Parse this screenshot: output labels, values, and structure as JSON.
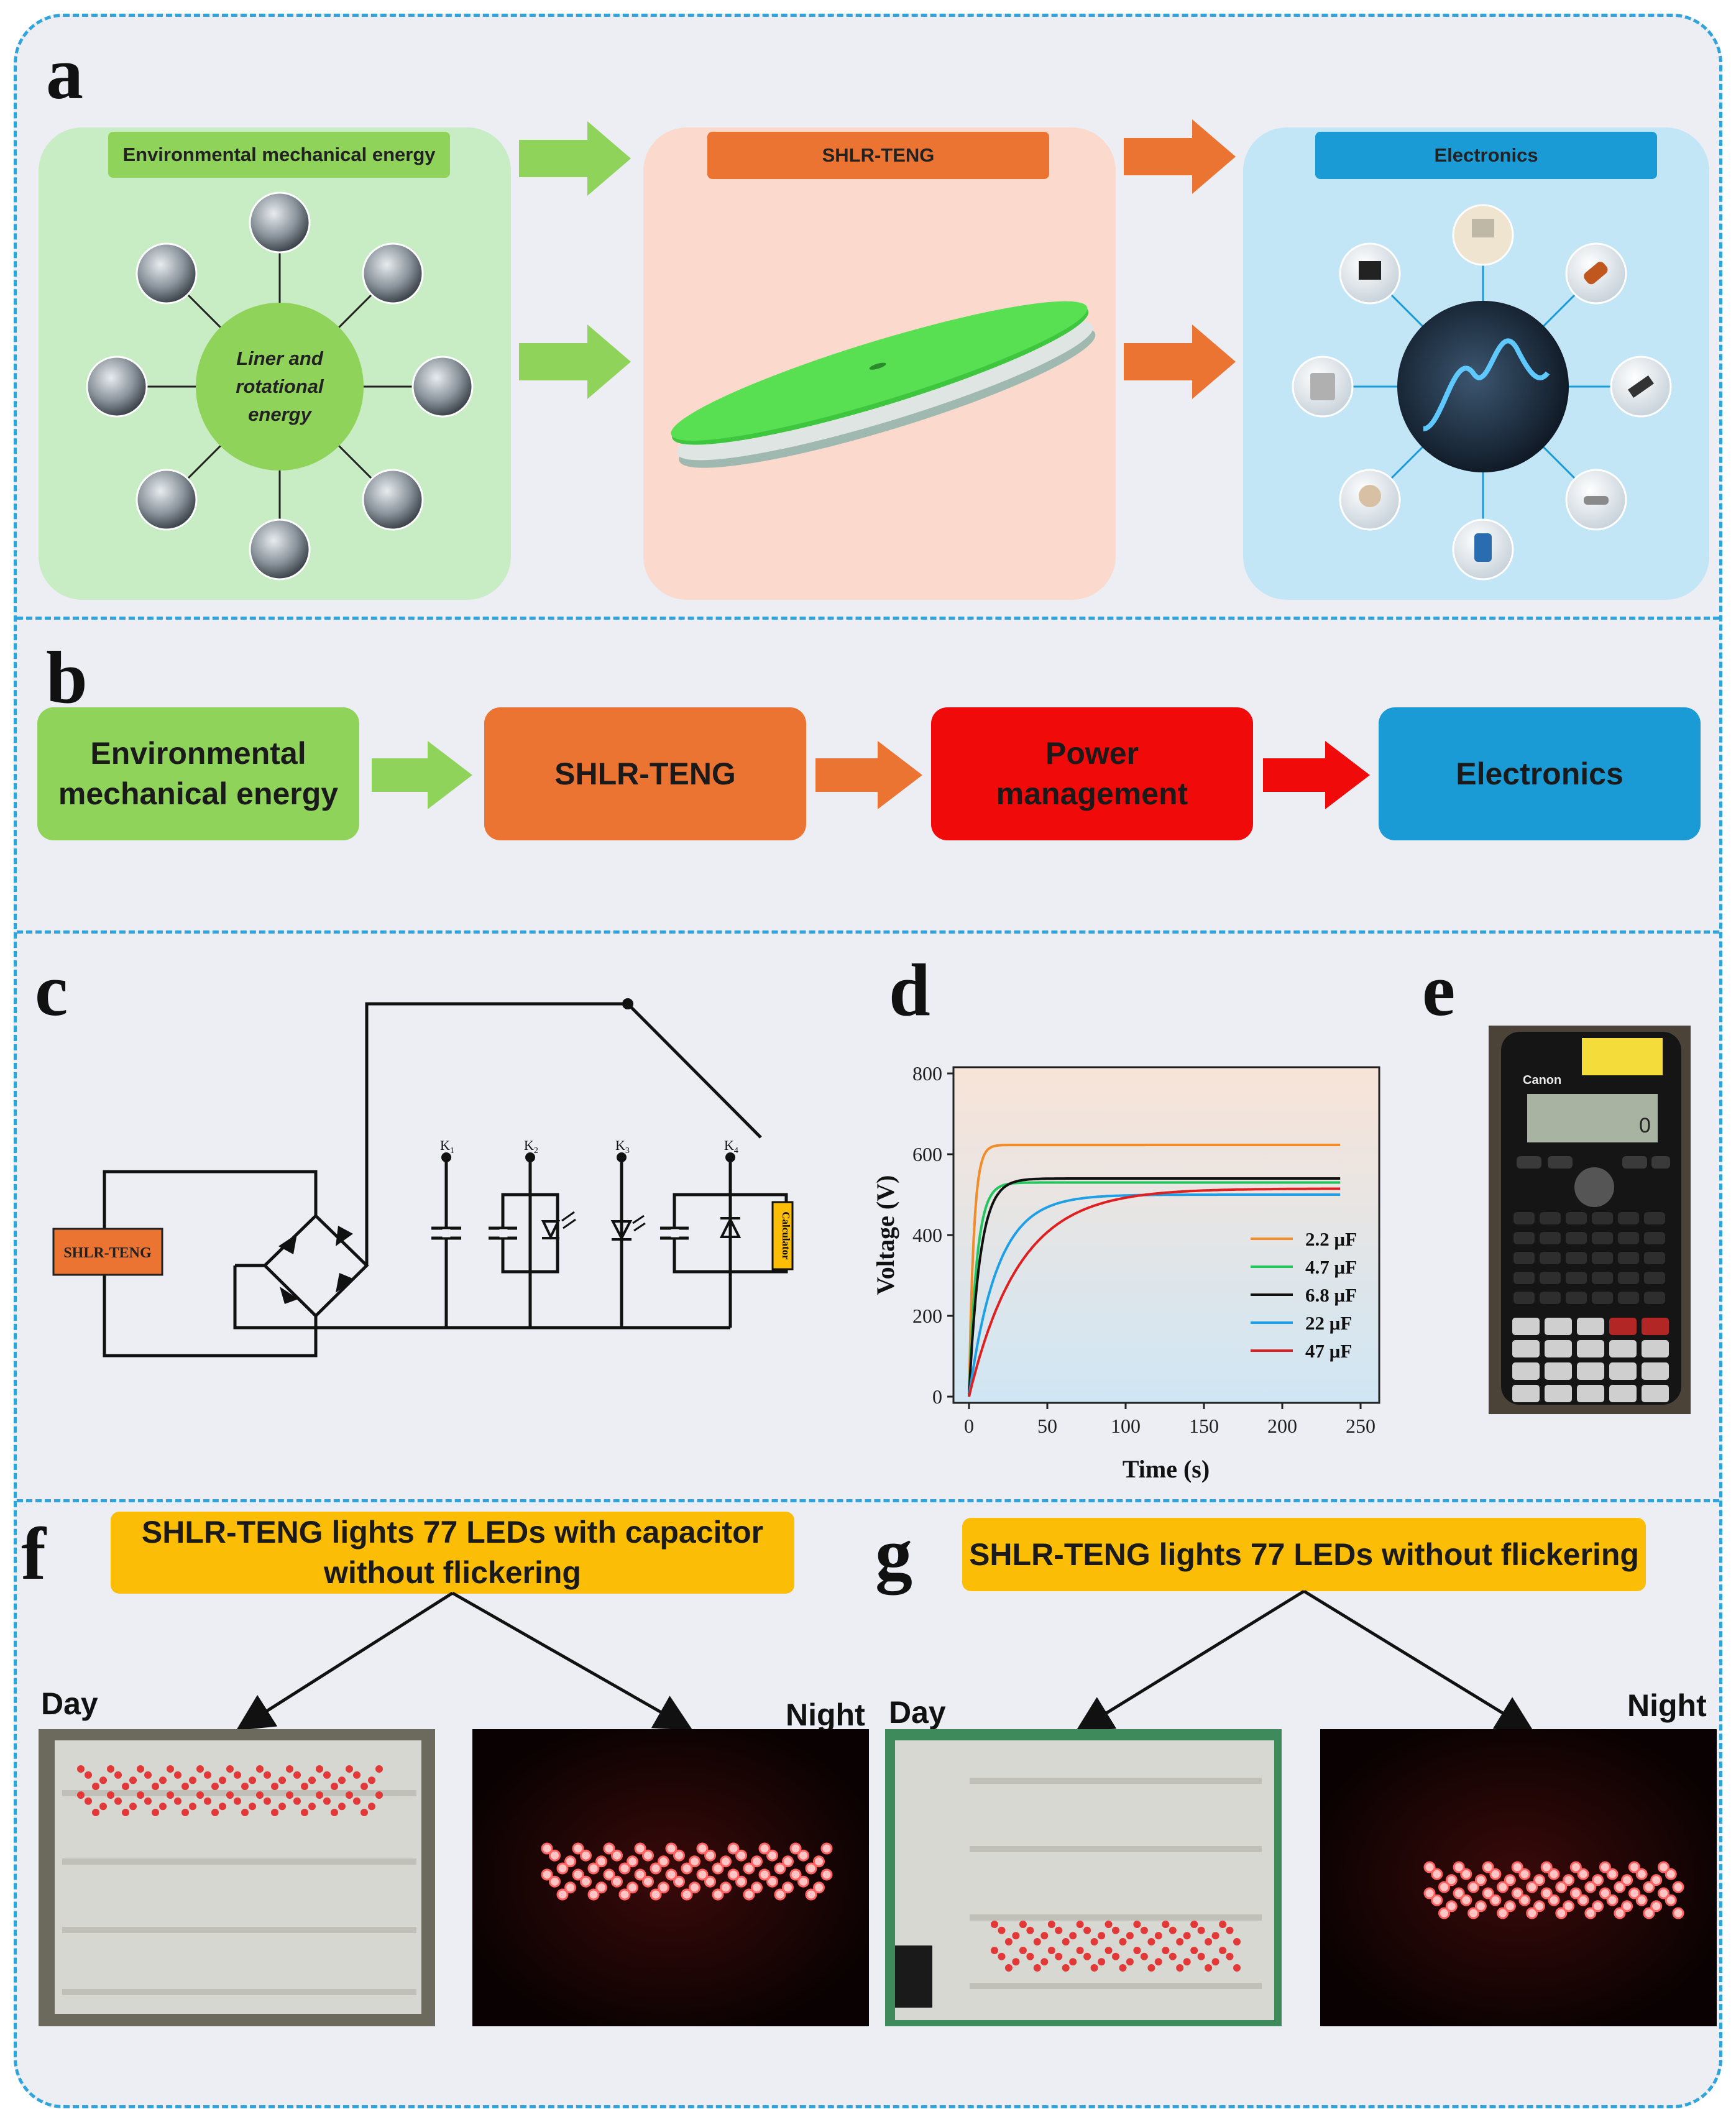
{
  "panels": {
    "a": "a",
    "b": "b",
    "c": "c",
    "d": "d",
    "e": "e",
    "f": "f",
    "g": "g"
  },
  "panel_a": {
    "box1_title": "Environmental mechanical  energy",
    "center_line1": "Liner and",
    "center_line2": "rotational",
    "center_line3": "energy",
    "box2_title": "SHLR-TENG",
    "box3_title": "Electronics",
    "colors": {
      "green_box": "#c8ecc3",
      "green_tag": "#8fd35a",
      "peach_box": "#fbd9cc",
      "orange_tag": "#ec7432",
      "blue_box": "#c3e6f6",
      "blue_tag": "#1b9bd6"
    }
  },
  "panel_b": {
    "step1": "Environmental mechanical  energy",
    "step2": "SHLR-TENG",
    "step3_line1": "Power",
    "step3_line2": "management",
    "step4": "Electronics",
    "colors": {
      "green": "#8fd35a",
      "orange": "#ec7432",
      "red": "#f10a0a",
      "blue": "#1b9bd6"
    }
  },
  "panel_c": {
    "source_label": "SHLR-TENG",
    "switches": [
      "K1",
      "K2",
      "K3",
      "K4"
    ],
    "load_label": "Calculator"
  },
  "chart_data": {
    "type": "line",
    "xlabel": "Time (s)",
    "ylabel": "Voltage (V)",
    "xlim": [
      0,
      250
    ],
    "ylim": [
      0,
      800
    ],
    "xticks": [
      0,
      50,
      100,
      150,
      200,
      250
    ],
    "yticks": [
      0,
      200,
      400,
      600,
      800
    ],
    "grid": false,
    "legend_position": "bottom-right",
    "series": [
      {
        "name": "2.2 μF",
        "color": "#f28c28",
        "plateau": 623,
        "tau": 3,
        "x": [
          0,
          2,
          4,
          6,
          8,
          10,
          15,
          20,
          50,
          100,
          150,
          200,
          237
        ],
        "y": [
          0,
          300,
          470,
          550,
          590,
          610,
          620,
          623,
          623,
          623,
          623,
          623,
          623
        ]
      },
      {
        "name": "4.7 μF",
        "color": "#22c55e",
        "plateau": 530,
        "tau": 5,
        "x": [
          0,
          3,
          6,
          10,
          15,
          20,
          25,
          50,
          100,
          150,
          200,
          237
        ],
        "y": [
          0,
          240,
          380,
          460,
          505,
          520,
          528,
          530,
          530,
          530,
          530,
          530
        ]
      },
      {
        "name": "6.8 μF",
        "color": "#111111",
        "plateau": 540,
        "tau": 7,
        "x": [
          0,
          4,
          8,
          12,
          16,
          20,
          30,
          50,
          100,
          150,
          200,
          237
        ],
        "y": [
          0,
          235,
          370,
          445,
          485,
          510,
          533,
          540,
          540,
          540,
          540,
          540
        ]
      },
      {
        "name": "22 μF",
        "color": "#1ea0e6",
        "plateau": 500,
        "tau": 18,
        "x": [
          0,
          5,
          10,
          20,
          30,
          40,
          50,
          60,
          80,
          100,
          150,
          200,
          237
        ],
        "y": [
          0,
          125,
          215,
          340,
          410,
          450,
          472,
          485,
          495,
          498,
          500,
          500,
          500
        ]
      },
      {
        "name": "47 μF",
        "color": "#e02020",
        "plateau": 515,
        "tau": 32,
        "x": [
          0,
          10,
          20,
          30,
          40,
          60,
          80,
          100,
          120,
          150,
          200,
          237
        ],
        "y": [
          0,
          140,
          240,
          315,
          368,
          430,
          470,
          490,
          502,
          510,
          514,
          515
        ]
      }
    ]
  },
  "panel_e": {
    "brand": "Canon",
    "display_value": "0"
  },
  "panel_f": {
    "title": "SHLR-TENG lights 77 LEDs with capacitor without flickering",
    "left_label": "Day",
    "right_label": "Night"
  },
  "panel_g": {
    "title": "SHLR-TENG lights 77 LEDs without flickering",
    "left_label": "Day",
    "right_label": "Night"
  }
}
